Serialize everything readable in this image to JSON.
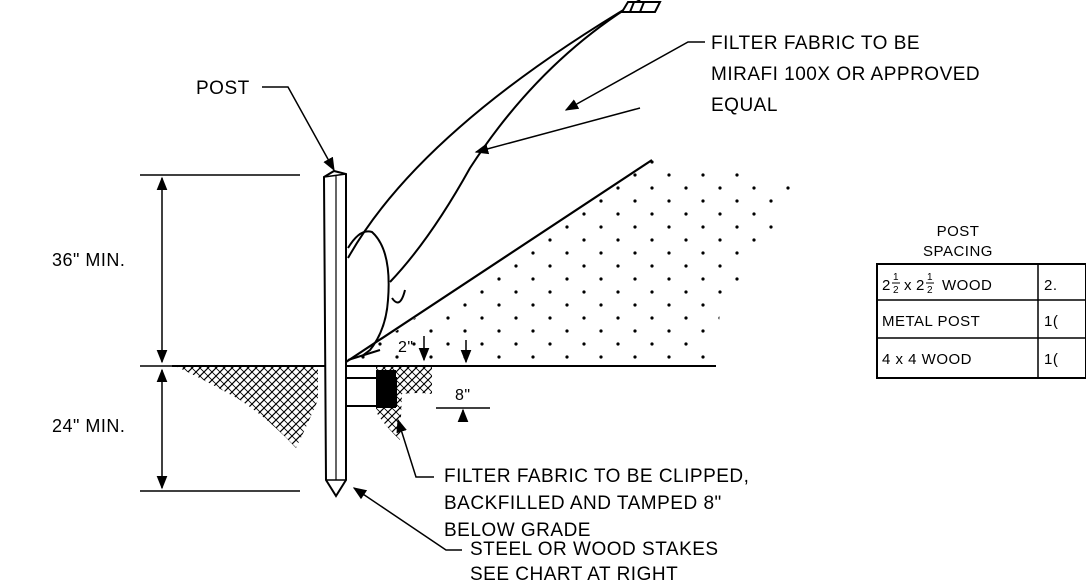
{
  "labels": {
    "post": "POST",
    "fabric_line1": "FILTER FABRIC TO BE",
    "fabric_line2": "MIRAFI 100X OR APPROVED",
    "fabric_line3": "EQUAL",
    "clip_line1": "FILTER FABRIC TO BE CLIPPED,",
    "clip_line2": "BACKFILLED AND TAMPED 8\"",
    "clip_line3": "BELOW GRADE",
    "stake_line1": "STEEL OR WOOD STAKES",
    "stake_line2": "SEE CHART AT RIGHT"
  },
  "dimensions": {
    "above": "36\"  MIN.",
    "below": "24\"  MIN.",
    "gap": "2\"",
    "depth": "8\""
  },
  "table": {
    "title_line1": "POST",
    "title_line2": "SPACING",
    "rows": [
      {
        "post": "WOOD",
        "spacing": "2."
      },
      {
        "post": "METAL POST",
        "spacing": "1("
      },
      {
        "post": "4  x  4  WOOD",
        "spacing": "1("
      }
    ],
    "fraction": {
      "num": "1",
      "den": "2",
      "whole": "2",
      "times": "x"
    }
  }
}
